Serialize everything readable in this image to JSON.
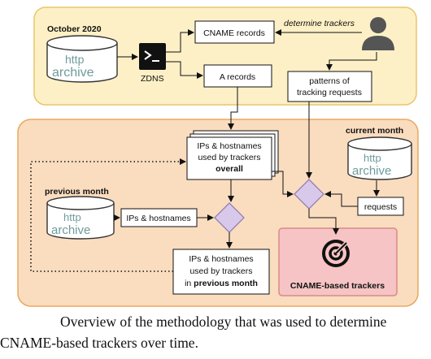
{
  "top_panel": {
    "title": "October 2020",
    "archive_logo": {
      "line1": "http",
      "line2": "archive"
    },
    "zdns_label": "ZDNS",
    "cname_records": "CNAME records",
    "a_records": "A records",
    "determine_trackers": "determine trackers",
    "patterns_line1": "patterns of",
    "patterns_line2": "tracking requests"
  },
  "bottom_panel": {
    "overall_line1": "IPs & hostnames",
    "overall_line2": "used by trackers",
    "overall_line3": "overall",
    "current_month": "current month",
    "current_archive": {
      "line1": "http",
      "line2": "archive"
    },
    "requests": "requests",
    "previous_month": "previous month",
    "previous_archive": {
      "line1": "http",
      "line2": "archive"
    },
    "ips_hostnames": "IPs & hostnames",
    "prev_line1": "IPs & hostnames",
    "prev_line2": "used by trackers",
    "prev_line3_a": "in ",
    "prev_line3_b": "previous month",
    "result": "CNAME-based trackers"
  },
  "caption": {
    "line1": "Overview of the methodology that was used to determine",
    "line2": "CNAME-based trackers over time."
  },
  "colors": {
    "top_panel_fill": "#fdf0c6",
    "top_panel_stroke": "#e8c56a",
    "bottom_panel_fill": "#fadcbf",
    "bottom_panel_stroke": "#e9a85e",
    "result_fill": "#f6c4c4",
    "result_stroke": "#d98a8a",
    "diamond_fill": "#d8c9ea",
    "diamond_stroke": "#8b78ad",
    "archive_text": "#6f9b9b"
  },
  "icons": [
    "terminal-icon",
    "user-icon",
    "database-icon",
    "target-icon"
  ]
}
